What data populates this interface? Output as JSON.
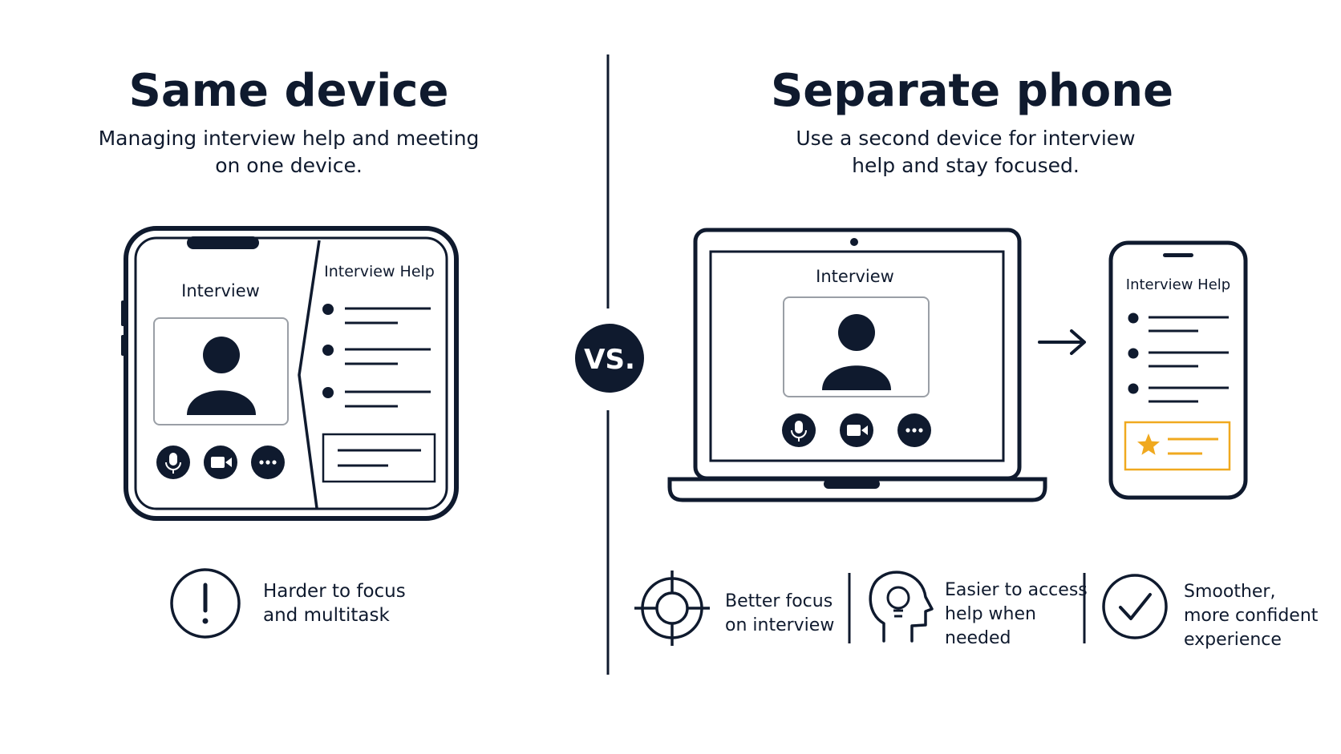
{
  "colors": {
    "ink": "#0f1a2e",
    "frame_gray": "#9a9fa6",
    "highlight": "#f0a91f"
  },
  "left": {
    "title": "Same device",
    "subtitle_line1": "Managing interview help and meeting",
    "subtitle_line2": "on one device.",
    "device": {
      "interview_label": "Interview",
      "help_label": "Interview Help",
      "controls": [
        "microphone-icon",
        "video-camera-icon",
        "more-icon"
      ]
    },
    "con": {
      "icon": "exclamation-icon",
      "line1": "Harder to focus",
      "line2": "and multitask"
    }
  },
  "vs_label": "VS.",
  "right": {
    "title": "Separate phone",
    "subtitle_line1": "Use a second device for interview",
    "subtitle_line2": "help and stay focused.",
    "laptop": {
      "interview_label": "Interview",
      "controls": [
        "microphone-icon",
        "video-camera-icon",
        "more-icon"
      ]
    },
    "arrow_icon": "arrow-right-icon",
    "phone": {
      "help_label": "Interview Help",
      "highlight_icon": "star-icon"
    },
    "benefits": [
      {
        "icon": "crosshair-icon",
        "line1": "Better focus",
        "line2": "on interview",
        "line3": ""
      },
      {
        "icon": "head-lightbulb-icon",
        "line1": "Easier to access",
        "line2": "help when",
        "line3": "needed"
      },
      {
        "icon": "checkmark-circle-icon",
        "line1": "Smoother,",
        "line2": "more confident",
        "line3": "experience"
      }
    ]
  }
}
